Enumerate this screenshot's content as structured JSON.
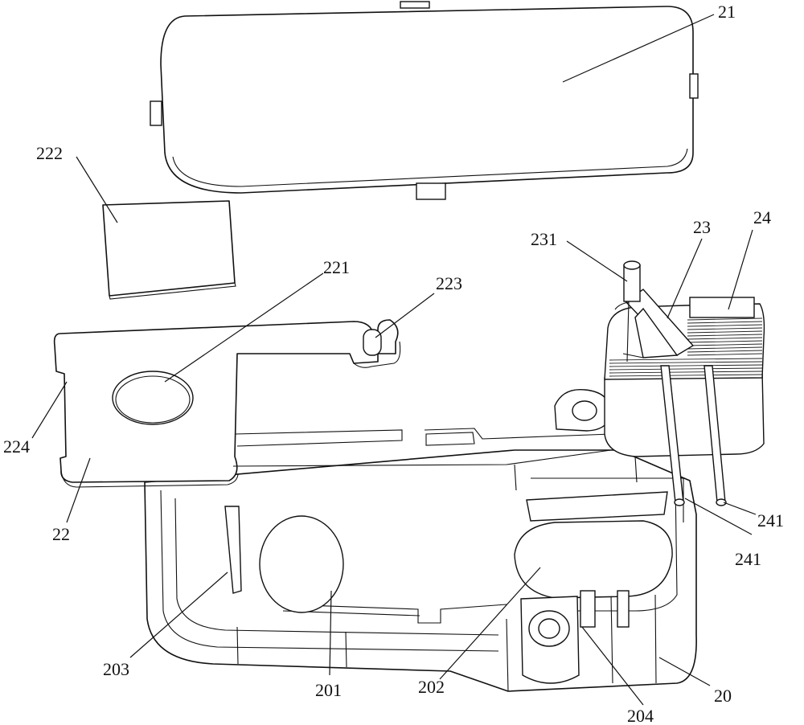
{
  "figure": {
    "background": "#ffffff",
    "line_color": "#111111",
    "labels": [
      {
        "id": "21",
        "text": "21"
      },
      {
        "id": "222",
        "text": "222"
      },
      {
        "id": "221",
        "text": "221"
      },
      {
        "id": "223",
        "text": "223"
      },
      {
        "id": "231",
        "text": "231"
      },
      {
        "id": "23",
        "text": "23"
      },
      {
        "id": "24",
        "text": "24"
      },
      {
        "id": "224",
        "text": "224"
      },
      {
        "id": "22",
        "text": "22"
      },
      {
        "id": "241a",
        "text": "241"
      },
      {
        "id": "241b",
        "text": "241"
      },
      {
        "id": "203",
        "text": "203"
      },
      {
        "id": "201",
        "text": "201"
      },
      {
        "id": "202",
        "text": "202"
      },
      {
        "id": "204",
        "text": "204"
      },
      {
        "id": "20",
        "text": "20"
      }
    ]
  }
}
